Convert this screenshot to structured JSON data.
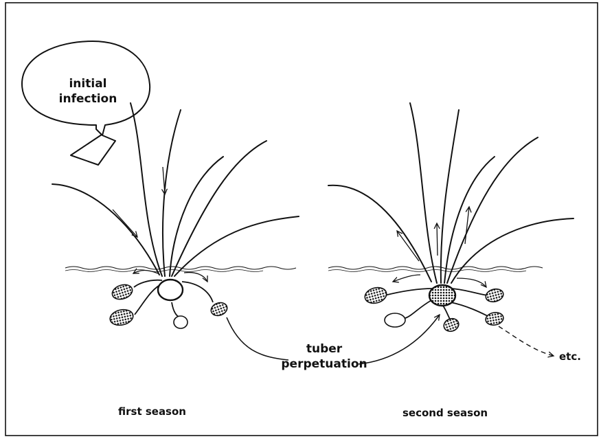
{
  "callout": {
    "line1": "initial",
    "line2": "infection"
  },
  "labels": {
    "tuber_line1": "tuber",
    "tuber_line2": "perpetuation",
    "etc": "etc.",
    "first_season": "first season",
    "second_season": "second season"
  },
  "colors": {
    "ink": "#111111",
    "background": "#ffffff"
  },
  "icons": {
    "tuber_infected": "cross-hatched-tuber-icon",
    "tuber_healthy": "plain-tuber-icon"
  }
}
